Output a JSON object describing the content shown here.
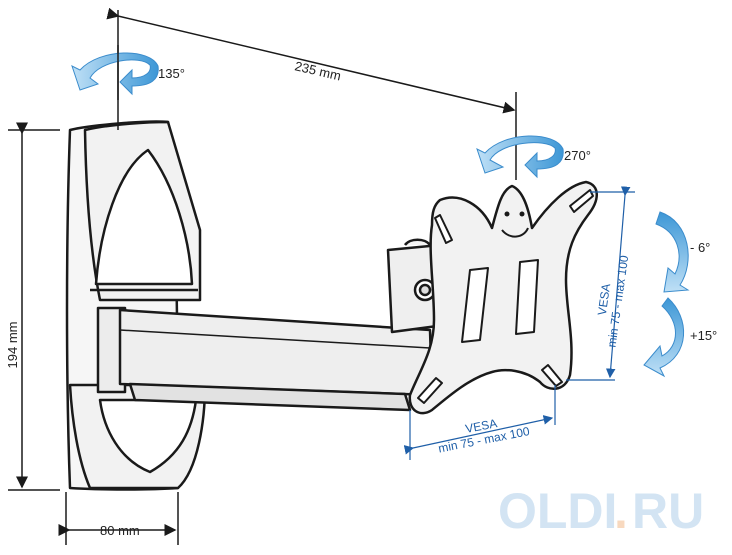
{
  "dimensions": {
    "arm_length": "235 mm",
    "wall_plate_height": "194 mm",
    "wall_plate_width": "80 mm"
  },
  "rotations": {
    "wall_swivel": "135°",
    "head_swivel": "270°",
    "tilt_up": "- 6°",
    "tilt_down": "+15°"
  },
  "vesa": {
    "label": "VESA",
    "range": "min 75 - max 100"
  },
  "watermark": {
    "main": "OLDI",
    "dot": ".",
    "suffix": "RU"
  },
  "colors": {
    "line": "#1a1a1a",
    "body_fill": "#f2f2f2",
    "arrow_blue": "#4aa3df",
    "vesa_blue": "#1f5fa8",
    "watermark_blue": "#d3e4f3",
    "watermark_orange": "#f8d9bf"
  }
}
